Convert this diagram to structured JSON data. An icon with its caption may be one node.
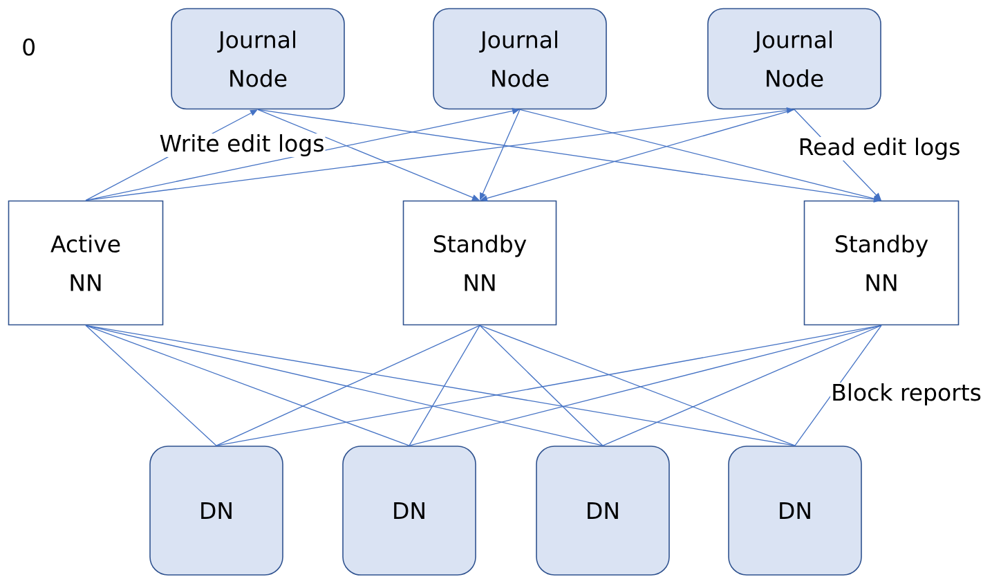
{
  "diagram": {
    "nodes": [
      {
        "text": [
          "Journal Node"
        ]
      },
      {
        "text": [
          "Journal Node"
        ]
      },
      {
        "text": [
          "Journal Node"
        ]
      },
      {
        "text": [
          "Active NN"
        ]
      },
      {
        "text": [
          "Standby NN"
        ]
      },
      {
        "text": [
          "Standby NN"
        ]
      },
      {
        "text": [
          "DN"
        ]
      },
      {
        "text": [
          "DN"
        ]
      },
      {
        "text": [
          "DN"
        ]
      },
      {
        "text": [
          "DN"
        ]
      }
    ],
    "edges": [
      {
        "from": 3,
        "to": 0,
        "arrow": "to"
      },
      {
        "from": 3,
        "to": 1,
        "arrow": "to"
      },
      {
        "from": 3,
        "to": 2,
        "arrow": "to"
      },
      {
        "from": 0,
        "to": 4,
        "arrow": "to"
      },
      {
        "from": 1,
        "to": 4,
        "arrow": "to"
      },
      {
        "from": 2,
        "to": 4,
        "arrow": "to"
      },
      {
        "from": 0,
        "to": 5,
        "arrow": "to"
      },
      {
        "from": 1,
        "to": 5,
        "arrow": "to"
      },
      {
        "from": 2,
        "to": 5,
        "arrow": "to"
      },
      {
        "from": 3,
        "to": 6,
        "arrow": "none"
      },
      {
        "from": 3,
        "to": 7,
        "arrow": "none"
      },
      {
        "from": 3,
        "to": 8,
        "arrow": "none"
      },
      {
        "from": 3,
        "to": 9,
        "arrow": "none"
      },
      {
        "from": 4,
        "to": 6,
        "arrow": "none"
      },
      {
        "from": 4,
        "to": 7,
        "arrow": "none"
      },
      {
        "from": 4,
        "to": 8,
        "arrow": "none"
      },
      {
        "from": 4,
        "to": 9,
        "arrow": "none"
      },
      {
        "from": 5,
        "to": 6,
        "arrow": "none"
      },
      {
        "from": 5,
        "to": 7,
        "arrow": "none"
      },
      {
        "from": 5,
        "to": 8,
        "arrow": "none"
      },
      {
        "from": 5,
        "to": 9,
        "arrow": "none"
      }
    ],
    "labels": [
      "0",
      "Write edit logs",
      "Read edit logs",
      "Block reports"
    ]
  }
}
